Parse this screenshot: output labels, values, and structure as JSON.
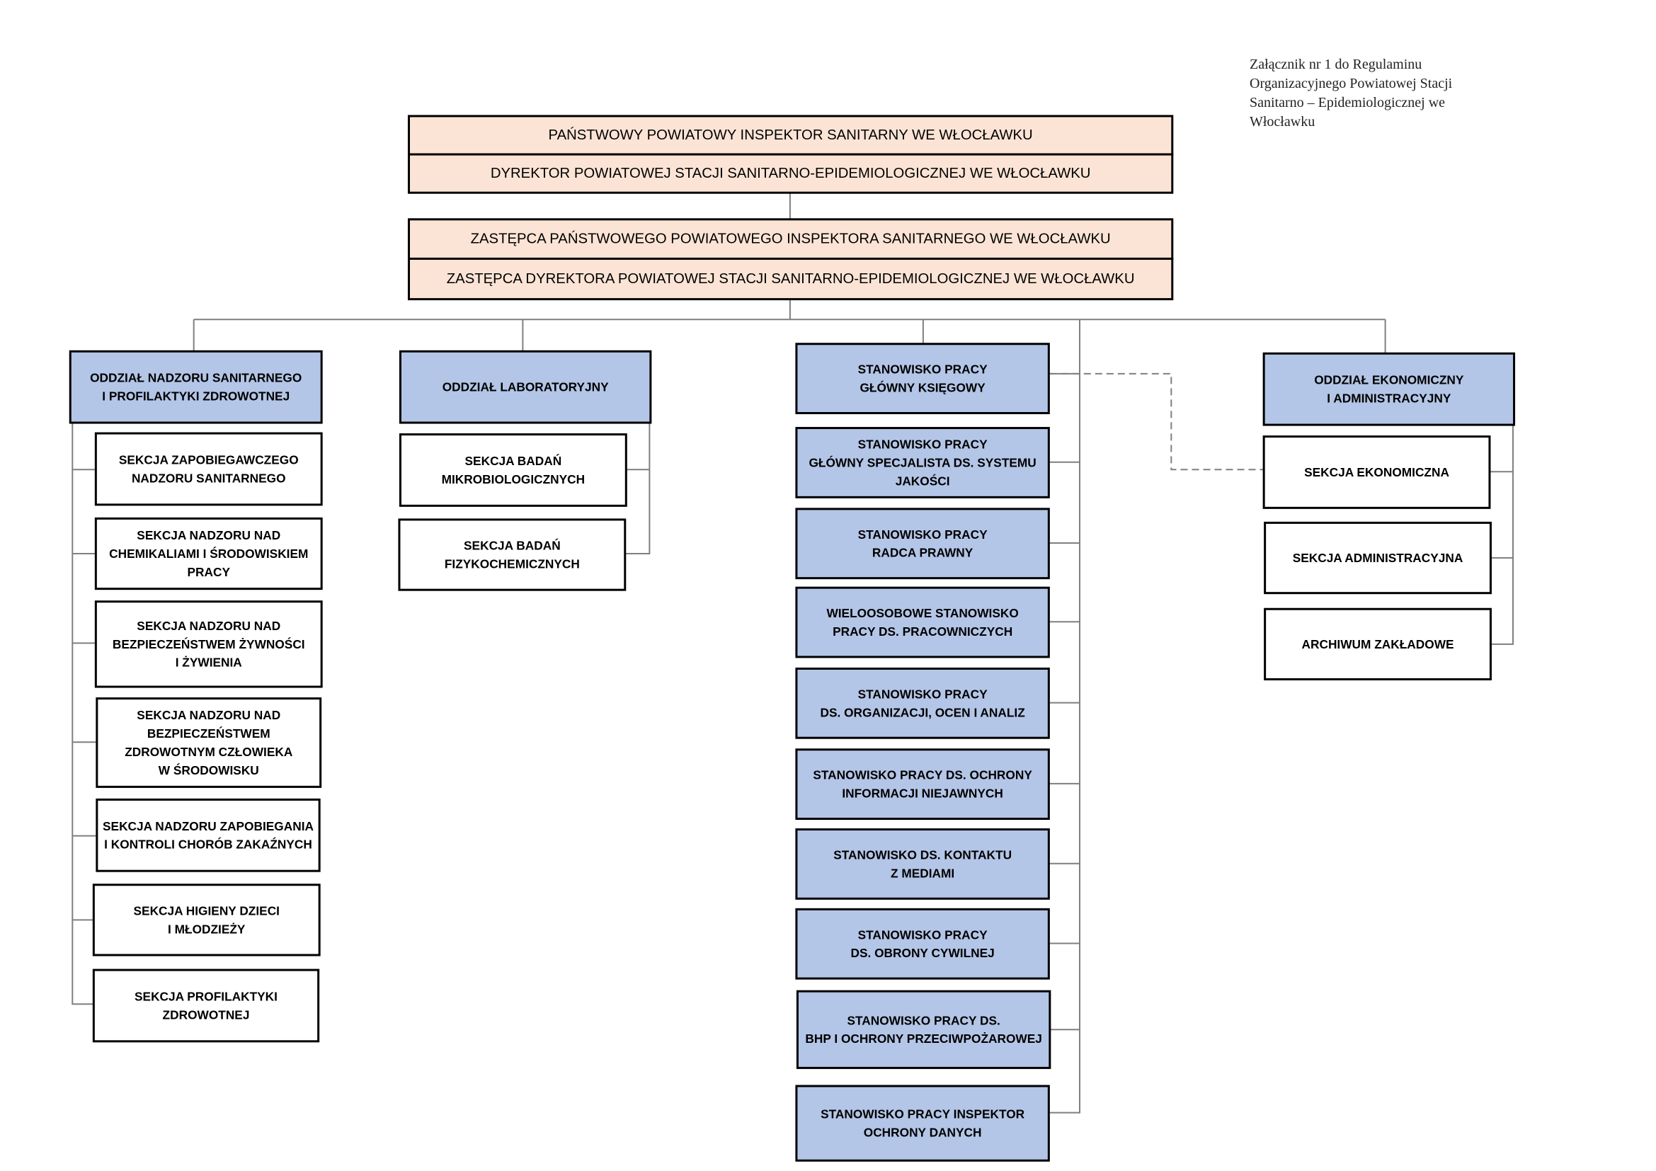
{
  "annotation": {
    "lines": [
      "Załącznik nr 1 do Regulaminu",
      "Organizacyjnego Powiatowej Stacji",
      "Sanitarno – Epidemiologicznej we",
      "Włocławku"
    ]
  },
  "colors": {
    "leadership_fill": "#fbe4d5",
    "unit_fill": "#b4c6e7",
    "section_fill": "#ffffff",
    "border": "#000000",
    "connector": "#7f7f7f"
  },
  "leadership": {
    "director": [
      "PAŃSTWOWY POWIATOWY INSPEKTOR SANITARNY WE WŁOCŁAWKU",
      "DYREKTOR POWIATOWEJ STACJI SANITARNO-EPIDEMIOLOGICZNEJ WE WŁOCŁAWKU"
    ],
    "deputy": [
      "ZASTĘPCA PAŃSTWOWEGO POWIATOWEGO INSPEKTORA SANITARNEGO WE WŁOCŁAWKU",
      "ZASTĘPCA DYREKTORA POWIATOWEJ STACJI SANITARNO-EPIDEMIOLOGICZNEJ WE WŁOCŁAWKU"
    ]
  },
  "departments": {
    "sanitary": {
      "title": [
        "ODDZIAŁ NADZORU SANITARNEGO",
        "I PROFILAKTYKI ZDROWOTNEJ"
      ],
      "sections": [
        [
          "SEKCJA ZAPOBIEGAWCZEGO",
          "NADZORU SANITARNEGO"
        ],
        [
          "SEKCJA NADZORU NAD",
          "CHEMIKALIAMI I ŚRODOWISKIEM",
          "PRACY"
        ],
        [
          "SEKCJA NADZORU NAD",
          "BEZPIECZEŃSTWEM ŻYWNOŚCI",
          "I ŻYWIENIA"
        ],
        [
          "SEKCJA NADZORU NAD",
          "BEZPIECZEŃSTWEM",
          "ZDROWOTNYM CZŁOWIEKA",
          "W ŚRODOWISKU"
        ],
        [
          "SEKCJA NADZORU ZAPOBIEGANIA",
          "I KONTROLI CHORÓB ZAKAŹNYCH"
        ],
        [
          "SEKCJA HIGIENY DZIECI",
          "I MŁODZIEŻY"
        ],
        [
          "SEKCJA PROFILAKTYKI",
          "ZDROWOTNEJ"
        ]
      ]
    },
    "laboratory": {
      "title": [
        "ODDZIAŁ LABORATORYJNY"
      ],
      "sections": [
        [
          "SEKCJA BADAŃ",
          "MIKROBIOLOGICZNYCH"
        ],
        [
          "SEKCJA BADAŃ",
          "FIZYKOCHEMICZNYCH"
        ]
      ]
    },
    "positions": [
      [
        "STANOWISKO PRACY",
        "GŁÓWNY KSIĘGOWY"
      ],
      [
        "STANOWISKO PRACY",
        "GŁÓWNY SPECJALISTA DS. SYSTEMU",
        "JAKOŚCI"
      ],
      [
        "STANOWISKO PRACY",
        "RADCA PRAWNY"
      ],
      [
        "WIELOOSOBOWE STANOWISKO",
        "PRACY DS. PRACOWNICZYCH"
      ],
      [
        "STANOWISKO PRACY",
        "DS. ORGANIZACJI, OCEN I ANALIZ"
      ],
      [
        "STANOWISKO PRACY DS. OCHRONY",
        "INFORMACJI NIEJAWNYCH"
      ],
      [
        "STANOWISKO DS. KONTAKTU",
        "Z MEDIAMI"
      ],
      [
        "STANOWISKO PRACY",
        "DS. OBRONY CYWILNEJ"
      ],
      [
        "STANOWISKO PRACY DS.",
        "BHP I OCHRONY PRZECIWPOŻAROWEJ"
      ],
      [
        "STANOWISKO PRACY INSPEKTOR",
        "OCHRONY DANYCH"
      ]
    ],
    "economic": {
      "title": [
        "ODDZIAŁ EKONOMICZNY",
        "I ADMINISTRACYJNY"
      ],
      "sections": [
        [
          "SEKCJA EKONOMICZNA"
        ],
        [
          "SEKCJA ADMINISTRACYJNA"
        ],
        [
          "ARCHIWUM ZAKŁADOWE"
        ]
      ]
    }
  }
}
